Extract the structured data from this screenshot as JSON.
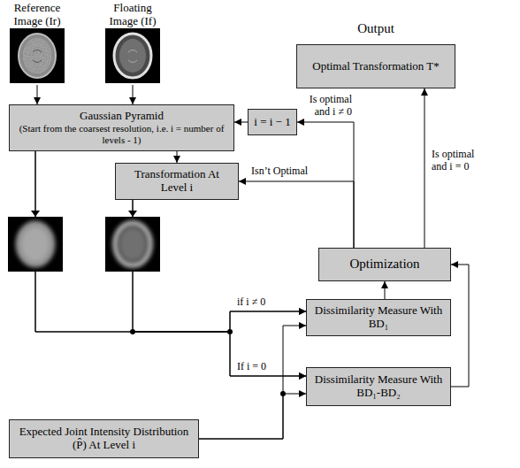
{
  "diagram": {
    "nodes": [
      {
        "text": [
          "Reference Image (Ir)"
        ]
      },
      {
        "text": [
          "Floating Image (If)"
        ]
      },
      {
        "text": [
          "Output",
          "Optimal Transformation T*"
        ]
      },
      {
        "text": [
          "Gaussian Pyramid",
          "(Start from the coarsest resolution, i.e. i = number of levels - 1)"
        ]
      },
      {
        "text": [
          "i = i − 1"
        ]
      },
      {
        "text": [
          "Transformation At Level i"
        ]
      },
      {
        "text": [
          "Optimization"
        ]
      },
      {
        "text": [
          "Dissimilarity Measure With BD₁"
        ]
      },
      {
        "text": [
          "Dissimilarity Measure With BD₁-BD₂"
        ]
      },
      {
        "text": [
          "Expected Joint Intensity Distribution (P̂) At Level i"
        ]
      }
    ],
    "edges": [
      {
        "from": 0,
        "to": 3,
        "arrow": "to"
      },
      {
        "from": 1,
        "to": 3,
        "arrow": "to"
      },
      {
        "from": 4,
        "to": 3,
        "arrow": "to"
      },
      {
        "from": 3,
        "to": 5,
        "arrow": "to"
      },
      {
        "from": 6,
        "to": 5,
        "label": "Isn’t Optimal",
        "arrow": "to"
      },
      {
        "from": 6,
        "to": 4,
        "label": "Is optimal and i ≠ 0",
        "arrow": "to"
      },
      {
        "from": 6,
        "to": 2,
        "label": "Is optimal and i = 0",
        "arrow": "to"
      },
      {
        "from": 7,
        "to": 6,
        "arrow": "to"
      },
      {
        "from": 8,
        "to": 6,
        "arrow": "to"
      },
      {
        "from": 3,
        "to": 7,
        "label": "if i ≠ 0",
        "arrow": "to"
      },
      {
        "from": 3,
        "to": 8,
        "label": "If i = 0",
        "arrow": "to"
      },
      {
        "from": 5,
        "to": 7,
        "arrow": "to"
      },
      {
        "from": 5,
        "to": 8,
        "arrow": "to"
      },
      {
        "from": 9,
        "to": 7,
        "arrow": "to"
      },
      {
        "from": 9,
        "to": 8,
        "arrow": "to"
      }
    ]
  }
}
